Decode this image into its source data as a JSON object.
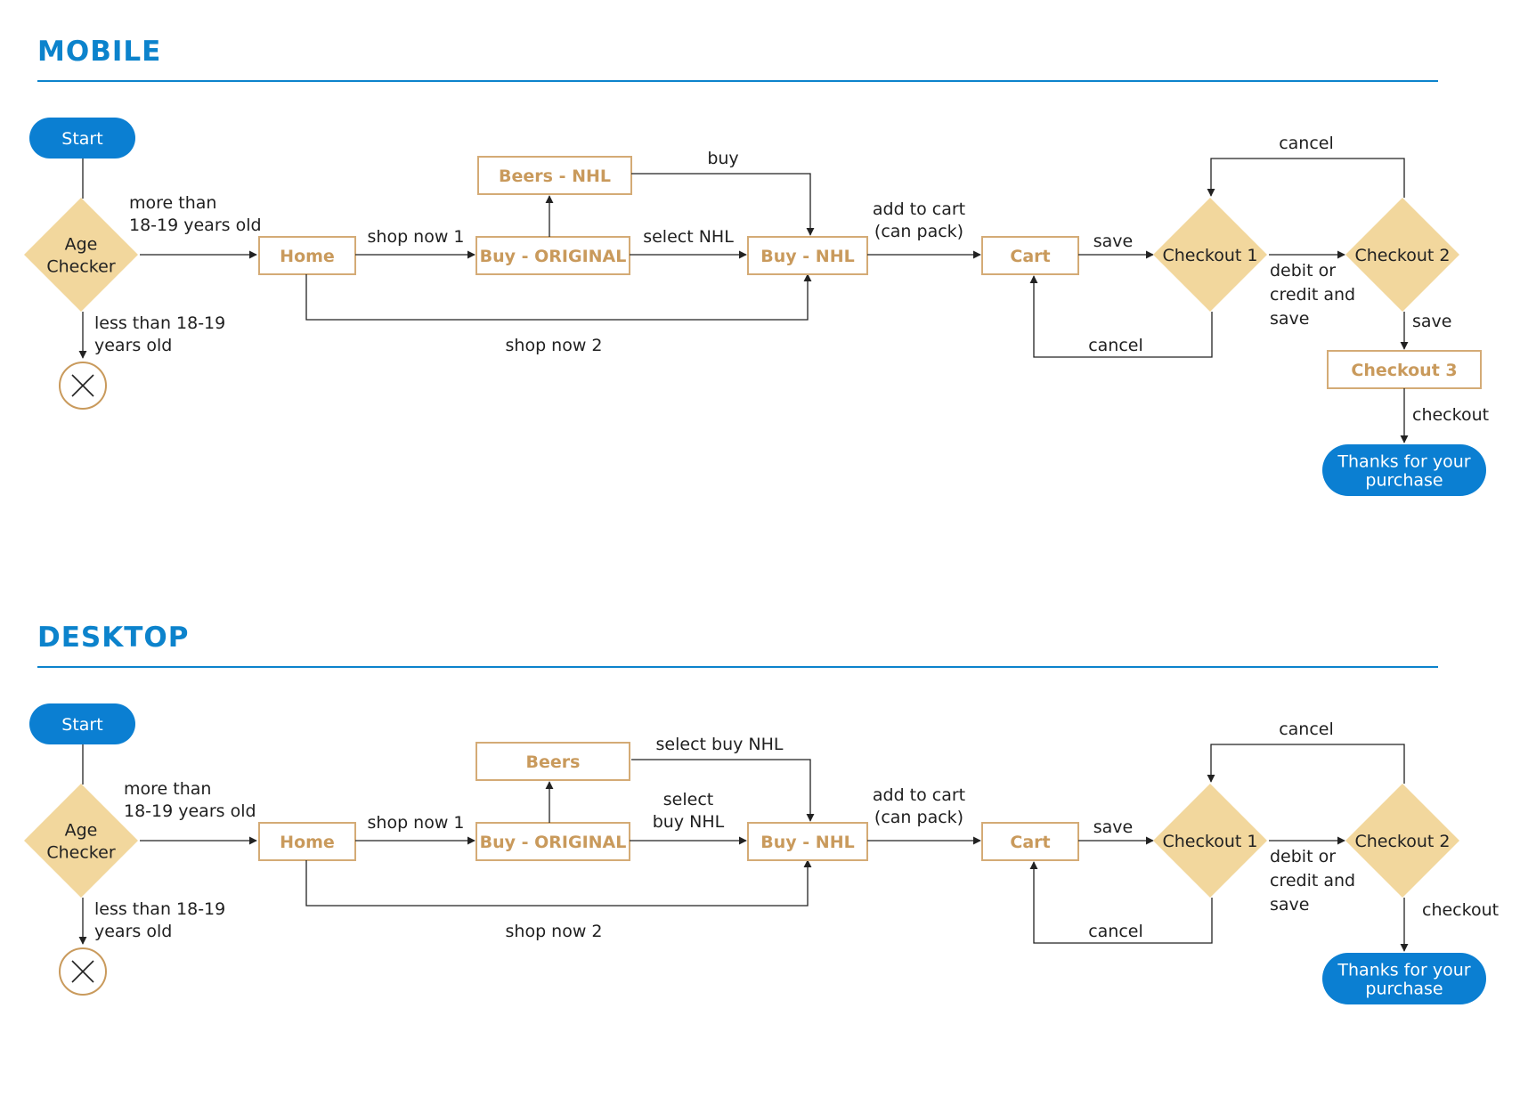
{
  "mobile": {
    "title": "MOBILE",
    "start": "Start",
    "age_checker": [
      "Age",
      "Checker"
    ],
    "age_ok": [
      "more than",
      "18-19 years old"
    ],
    "age_fail": [
      "less than 18-19",
      "years old"
    ],
    "home": "Home",
    "shop_now_1": "shop now 1",
    "shop_now_2": "shop now 2",
    "buy_original": "Buy - ORIGINAL",
    "beers": "Beers - NHL",
    "buy_label": "buy",
    "select_nhl": [
      "select NHL"
    ],
    "buy_nhl": "Buy - NHL",
    "add_to_cart": [
      "add to cart",
      "(can pack)"
    ],
    "cart": "Cart",
    "save": "save",
    "cancel_cart": "cancel",
    "checkout_1": "Checkout 1",
    "debit": [
      "debit or",
      "credit and",
      "save"
    ],
    "checkout_2": "Checkout 2",
    "cancel_top": "cancel",
    "save_2": "save",
    "checkout_3": "Checkout 3",
    "checkout_label": "checkout",
    "thanks": [
      "Thanks for your",
      "purchase"
    ]
  },
  "desktop": {
    "title": "DESKTOP",
    "start": "Start",
    "age_checker": [
      "Age",
      "Checker"
    ],
    "age_ok": [
      "more than",
      "18-19 years old"
    ],
    "age_fail": [
      "less than 18-19",
      "years old"
    ],
    "home": "Home",
    "shop_now_1": "shop now 1",
    "shop_now_2": "shop now 2",
    "buy_original": "Buy - ORIGINAL",
    "beers": "Beers",
    "buy_label": "select buy NHL",
    "select_nhl": [
      "select",
      "buy NHL"
    ],
    "buy_nhl": "Buy - NHL",
    "add_to_cart": [
      "add to cart",
      "(can pack)"
    ],
    "cart": "Cart",
    "save": "save",
    "cancel_cart": "cancel",
    "checkout_1": "Checkout 1",
    "debit": [
      "debit or",
      "credit and",
      "save"
    ],
    "checkout_2": "Checkout 2",
    "cancel_top": "cancel",
    "checkout_label": "checkout",
    "thanks": [
      "Thanks for your",
      "purchase"
    ]
  },
  "colors": {
    "accent_blue": "#0c83cc",
    "pill_blue": "#0b7fd2",
    "gold_text": "#c99a5c",
    "gold_border": "#d4ab76",
    "diamond_fill": "#f2d79d"
  }
}
